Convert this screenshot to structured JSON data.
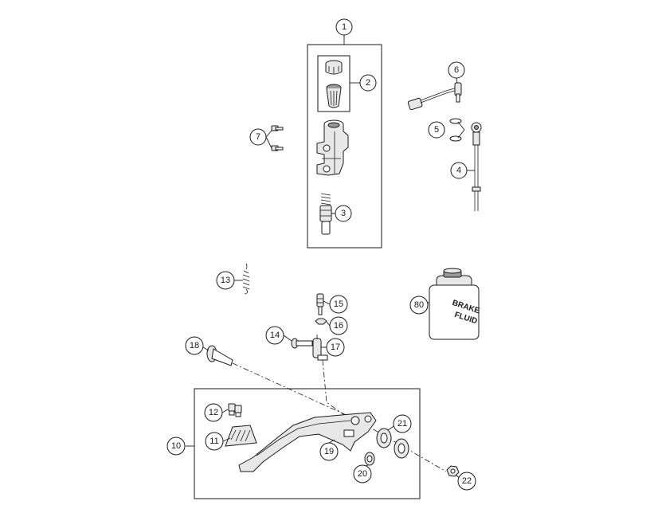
{
  "callouts": [
    "1",
    "2",
    "3",
    "4",
    "5",
    "6",
    "7",
    "10",
    "11",
    "12",
    "13",
    "14",
    "15",
    "16",
    "17",
    "18",
    "19",
    "20",
    "21",
    "22",
    "80"
  ],
  "fluid_can": {
    "line1": "BRAKE",
    "line2": "FLUID"
  }
}
